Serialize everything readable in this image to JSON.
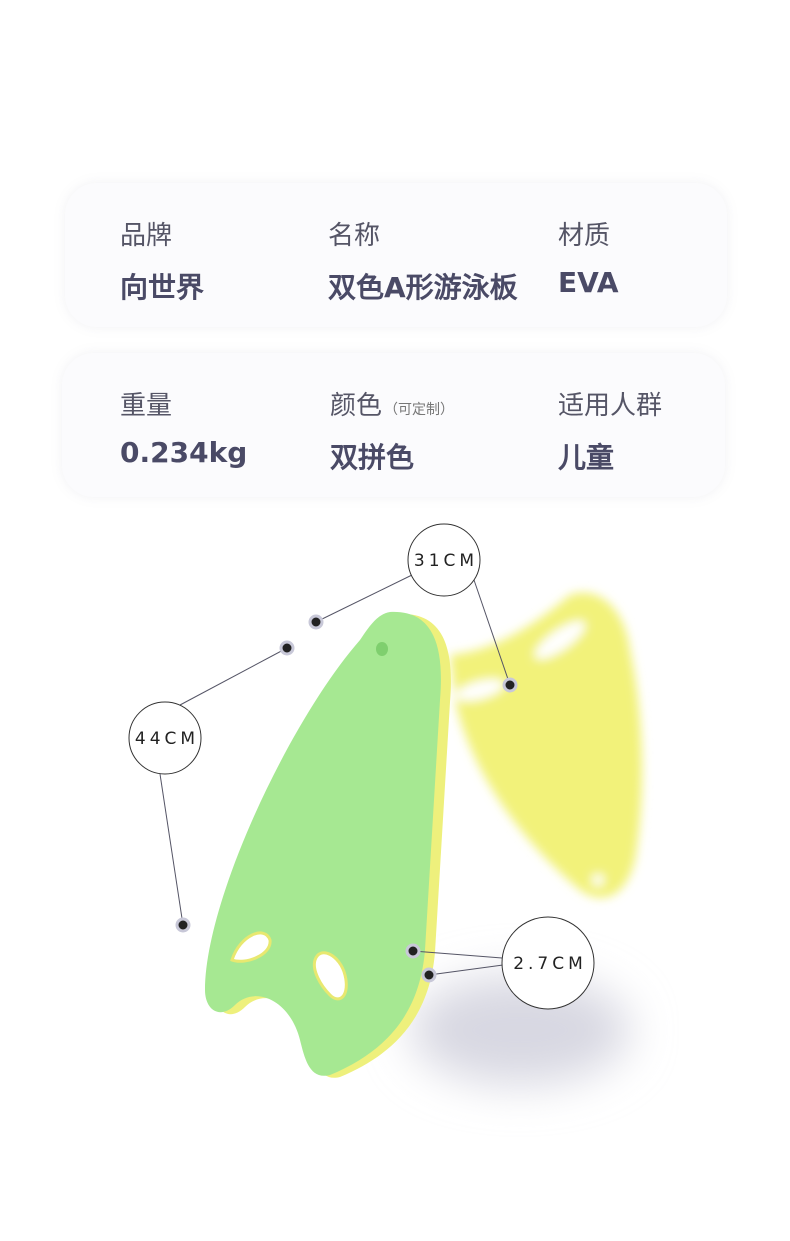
{
  "specs": [
    {
      "label": "品牌",
      "value": "向世界"
    },
    {
      "label": "名称",
      "value": "双色A形游泳板"
    },
    {
      "label": "材质",
      "value": "EVA"
    },
    {
      "label": "重量",
      "value": "0.234kg"
    },
    {
      "label": "颜色",
      "note": "（可定制）",
      "value": "双拼色"
    },
    {
      "label": "适用人群",
      "value": "儿童"
    }
  ],
  "dimensions": {
    "width": "31CM",
    "length": "44CM",
    "thickness": "2.7CM"
  },
  "colors": {
    "board_front": "#a6e892",
    "board_back": "#f2f27a",
    "text": "#4a4a66"
  }
}
